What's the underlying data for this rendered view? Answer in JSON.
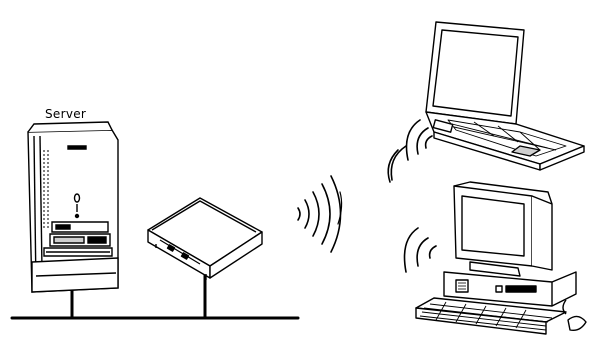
{
  "server": {
    "label": "Server"
  },
  "devices": [
    {
      "name": "server",
      "icon": "server-tower-icon"
    },
    {
      "name": "access-point",
      "icon": "wireless-router-icon"
    },
    {
      "name": "laptop",
      "icon": "laptop-icon"
    },
    {
      "name": "desktop",
      "icon": "desktop-computer-icon"
    }
  ],
  "signals": [
    {
      "name": "router-signal",
      "icon": "wireless-waves-icon"
    },
    {
      "name": "laptop-signal",
      "icon": "wireless-waves-icon"
    },
    {
      "name": "desktop-signal",
      "icon": "wireless-waves-icon"
    }
  ],
  "colors": {
    "stroke": "#000000",
    "fill": "#ffffff",
    "shade": "#cfcfcf"
  }
}
